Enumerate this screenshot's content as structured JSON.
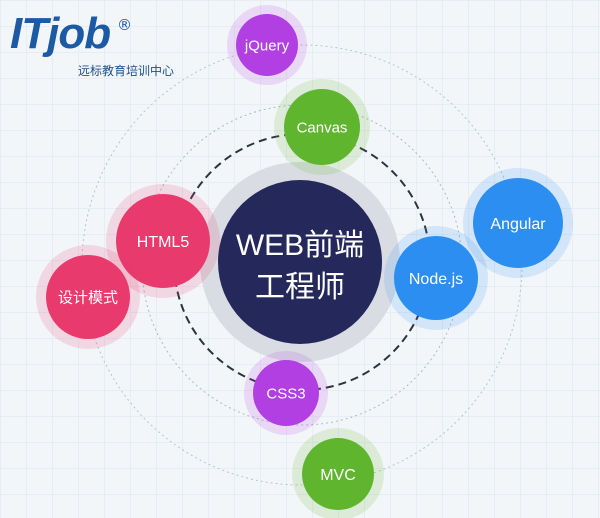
{
  "logo": {
    "brand": "ITjob",
    "registered_mark": "®",
    "subtitle": "远标教育培训中心"
  },
  "center": {
    "line1": "WEB前端",
    "line2": "工程师"
  },
  "nodes": [
    {
      "id": "jquery",
      "label": "jQuery",
      "color": "#b13fe2"
    },
    {
      "id": "canvas",
      "label": "Canvas",
      "color": "#5fb52d"
    },
    {
      "id": "html5",
      "label": "HTML5",
      "color": "#e83a6c"
    },
    {
      "id": "design-patterns",
      "label": "设计模式",
      "color": "#e83a6c"
    },
    {
      "id": "angular",
      "label": "Angular",
      "color": "#2c8ef0"
    },
    {
      "id": "nodejs",
      "label": "Node.js",
      "color": "#2c8ef0"
    },
    {
      "id": "css3",
      "label": "CSS3",
      "color": "#b13fe2"
    },
    {
      "id": "mvc",
      "label": "MVC",
      "color": "#5fb52d"
    }
  ],
  "colors": {
    "center_fill": "#24285a",
    "center_halo": "#d9dde3",
    "brand_blue": "#1c5aa5"
  }
}
